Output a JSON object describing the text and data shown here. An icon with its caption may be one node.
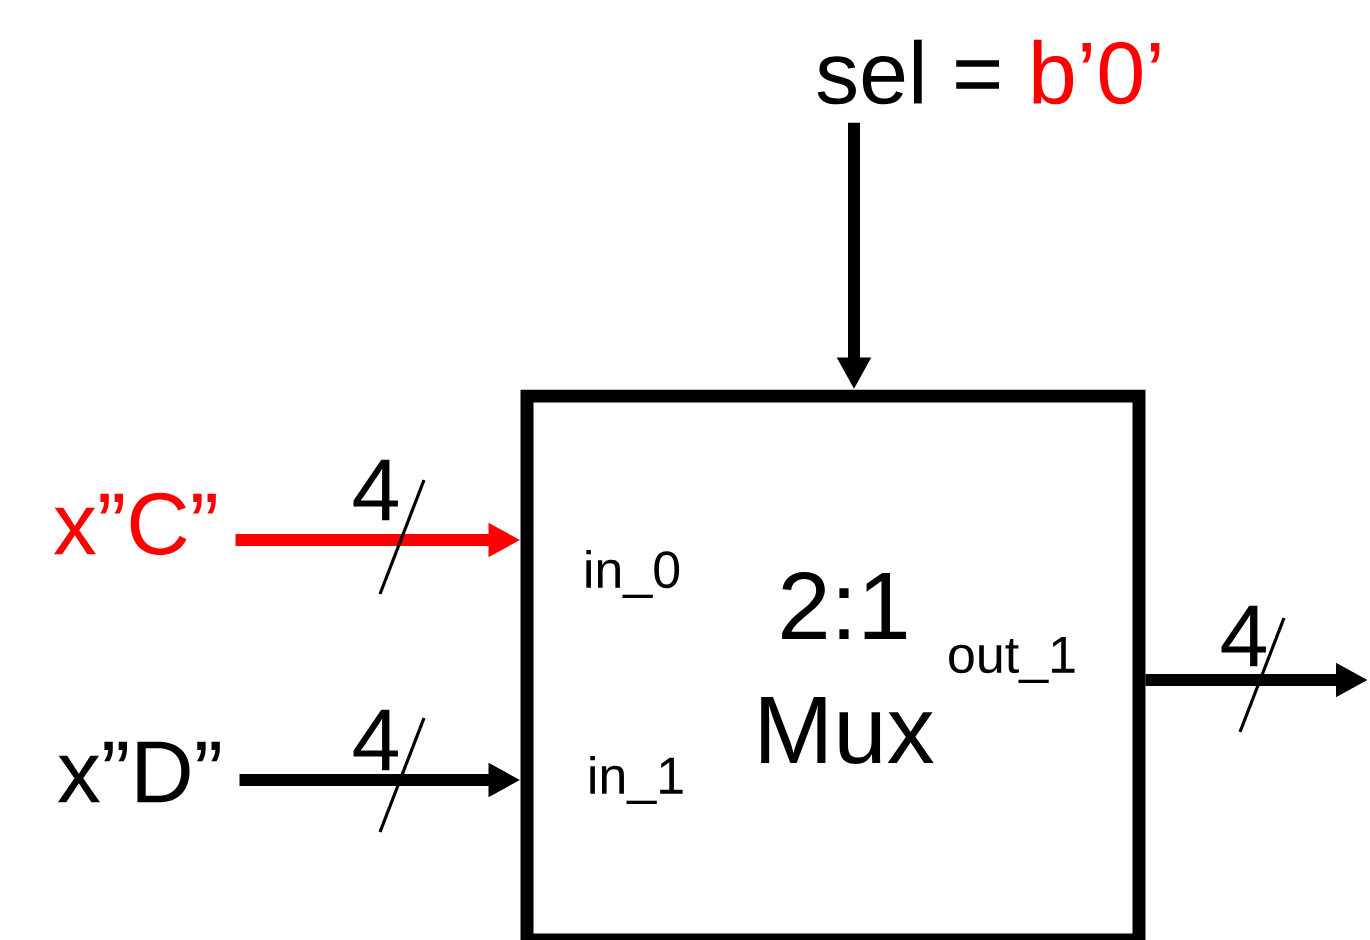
{
  "diagram": {
    "nodes": [
      {
        "text": [
          "2:1 Mux",
          "in_0",
          "in_1",
          "out_1"
        ]
      },
      {
        "text": [
          "sel =",
          "b’0’"
        ]
      },
      {
        "text": [
          "x”C”"
        ]
      },
      {
        "text": [
          "x”D”"
        ]
      }
    ],
    "edges": [
      {
        "from": 1,
        "to": 0,
        "arrow": "to"
      },
      {
        "from": 2,
        "to": 0,
        "arrow": "to",
        "label": "4",
        "color": "#ff0000"
      },
      {
        "from": 3,
        "to": 0,
        "arrow": "to",
        "label": "4"
      },
      {
        "from": 0,
        "to": null,
        "arrow": "to",
        "label": "4"
      }
    ]
  }
}
